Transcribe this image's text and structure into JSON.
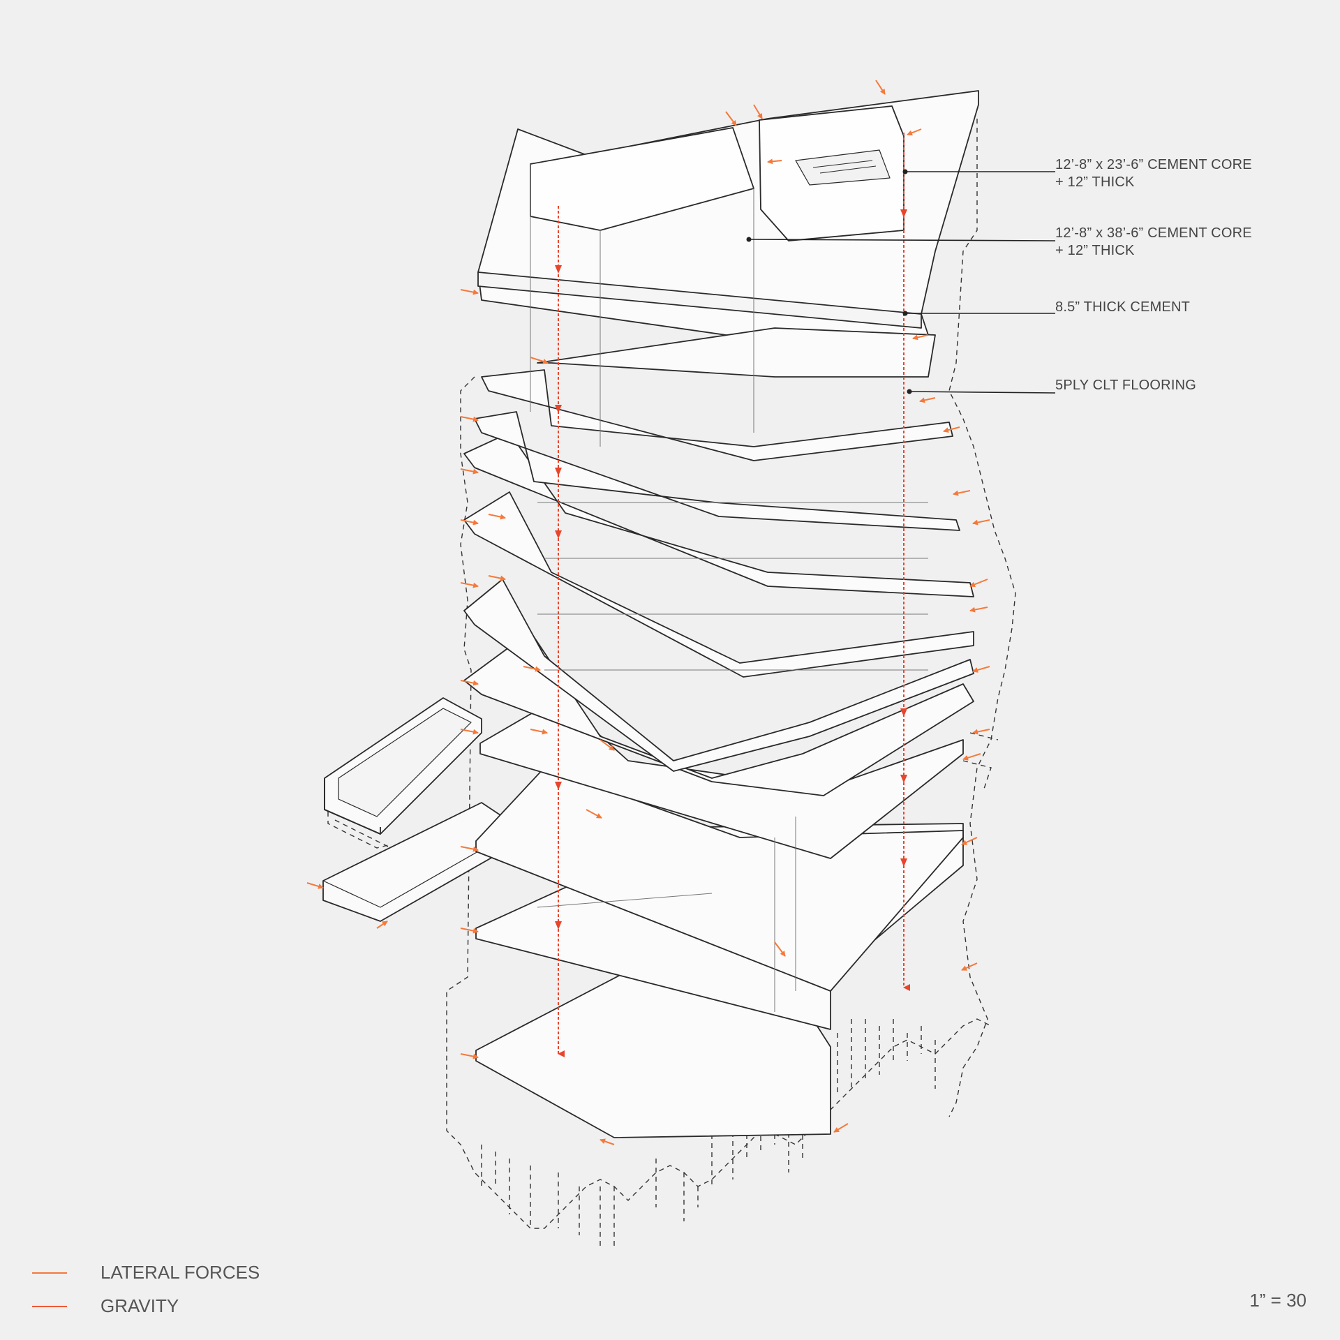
{
  "callouts": [
    {
      "line1": "12’-8” x 23’-6” CEMENT CORE",
      "line2": "+ 12” THICK"
    },
    {
      "line1": "12’-8” x 38’-6” CEMENT CORE",
      "line2": "+ 12” THICK"
    },
    {
      "line1": "8.5” THICK CEMENT",
      "line2": ""
    },
    {
      "line1": "5PLY CLT FLOORING",
      "line2": ""
    }
  ],
  "legend": [
    {
      "label": "LATERAL FORCES",
      "color": "#f5793a"
    },
    {
      "label": "GRAVITY",
      "color": "#ee5a3a"
    }
  ],
  "scale": "1” = 30"
}
